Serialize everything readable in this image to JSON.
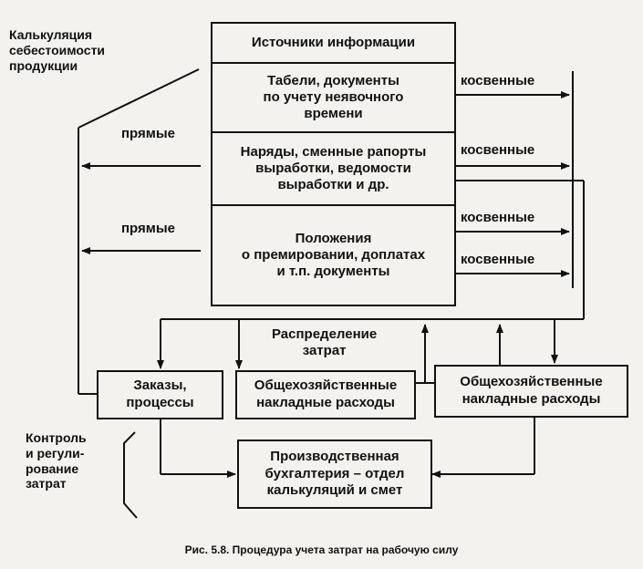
{
  "sources": {
    "title": "Источники информации",
    "rows": [
      "Табели, документы\nпо учету неявочного\nвремени",
      "Наряды, сменные рапорты\nвыработки, ведомости\nвыработки и др.",
      "Положения\nо премировании, доплатах\nи т.п. документы"
    ]
  },
  "labels": {
    "costing": "Калькуляция\nсебестоимости\nпродукции",
    "direct_1": "прямые",
    "direct_2": "прямые",
    "indirect_1": "косвенные",
    "indirect_2": "косвенные",
    "indirect_3": "косвенные",
    "indirect_4": "косвенные",
    "distribution": "Распределение\nзатрат",
    "control": "Контроль\nи регули-\nрование\nзатрат"
  },
  "boxes": {
    "orders": "Заказы,\nпроцессы",
    "overhead_general_1": "Общехозяйственные\nнакладные расходы",
    "overhead_general_2": "Общехозяйственные\nнакладные расходы",
    "accounting": "Производственная\nбухгалтерия – отдел\nкалькуляций и смет"
  },
  "caption": "Рис. 5.8. Процедура учета затрат на рабочую силу"
}
